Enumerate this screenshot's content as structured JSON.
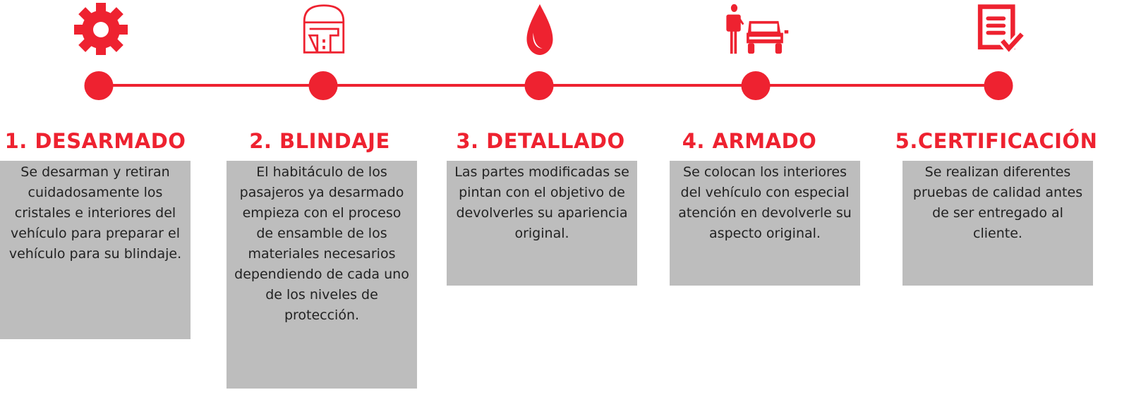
{
  "accent_color": "#EE2230",
  "steps": [
    {
      "title": "1. DESARMADO",
      "icon": "gear-icon",
      "text": "Se desarman y retiran cuidadosamente los cristales e interiores del vehículo para preparar el vehículo para su blindaje."
    },
    {
      "title": "2. BLINDAJE",
      "icon": "armor-shield-icon",
      "text": "El habitáculo de los pasajeros ya desarmado empieza con el proceso de ensamble de los materiales necesarios dependiendo de cada uno de los niveles de protección."
    },
    {
      "title": "3. DETALLADO",
      "icon": "paint-drop-icon",
      "text": "Las partes modificadas se pintan con el objetivo de devolverles su apariencia original."
    },
    {
      "title": "4. ARMADO",
      "icon": "person-car-icon",
      "text": "Se colocan los interiores del vehículo con especial atención en devolverle su aspecto original."
    },
    {
      "title": "5.CERTIFICACIÓN",
      "icon": "checklist-document-icon",
      "text": "Se realizan diferentes pruebas de calidad antes de ser entregado al cliente."
    }
  ]
}
